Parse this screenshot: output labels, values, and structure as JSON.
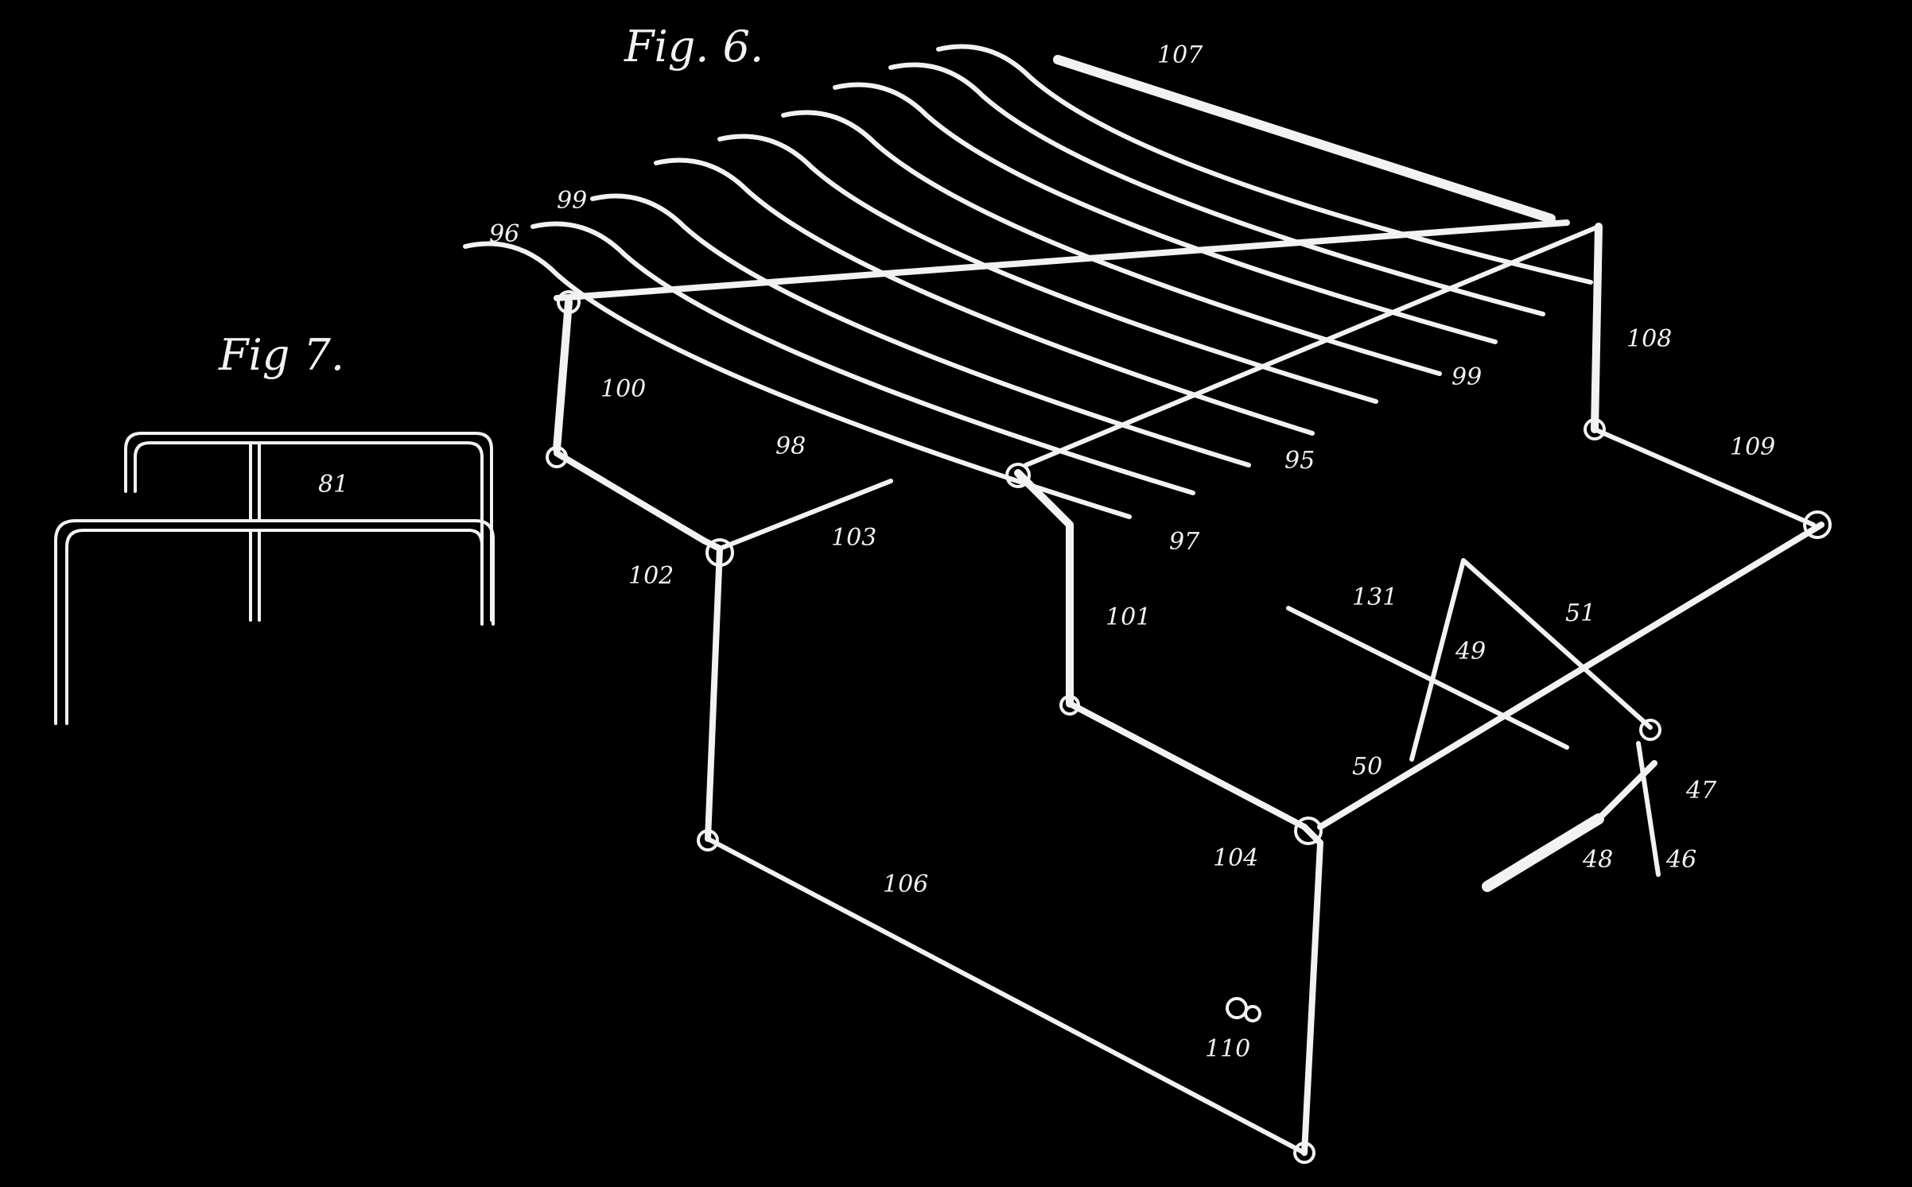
{
  "figures": {
    "fig6": {
      "title": "Fig. 6."
    },
    "fig7": {
      "title": "Fig 7.",
      "part_label": "81"
    }
  },
  "reference_numerals": {
    "n107": "107",
    "n99a": "99",
    "n96": "96",
    "n100": "100",
    "n98": "98",
    "n108": "108",
    "n99b": "99",
    "n109": "109",
    "n95": "95",
    "n97": "97",
    "n103": "103",
    "n102": "102",
    "n101": "101",
    "n131": "131",
    "n49": "49",
    "n51": "51",
    "n50": "50",
    "n47": "47",
    "n104": "104",
    "n48": "48",
    "n46": "46",
    "n106": "106",
    "n110": "110"
  },
  "colors": {
    "background": "#000000",
    "ink": "#f2f2f2"
  }
}
